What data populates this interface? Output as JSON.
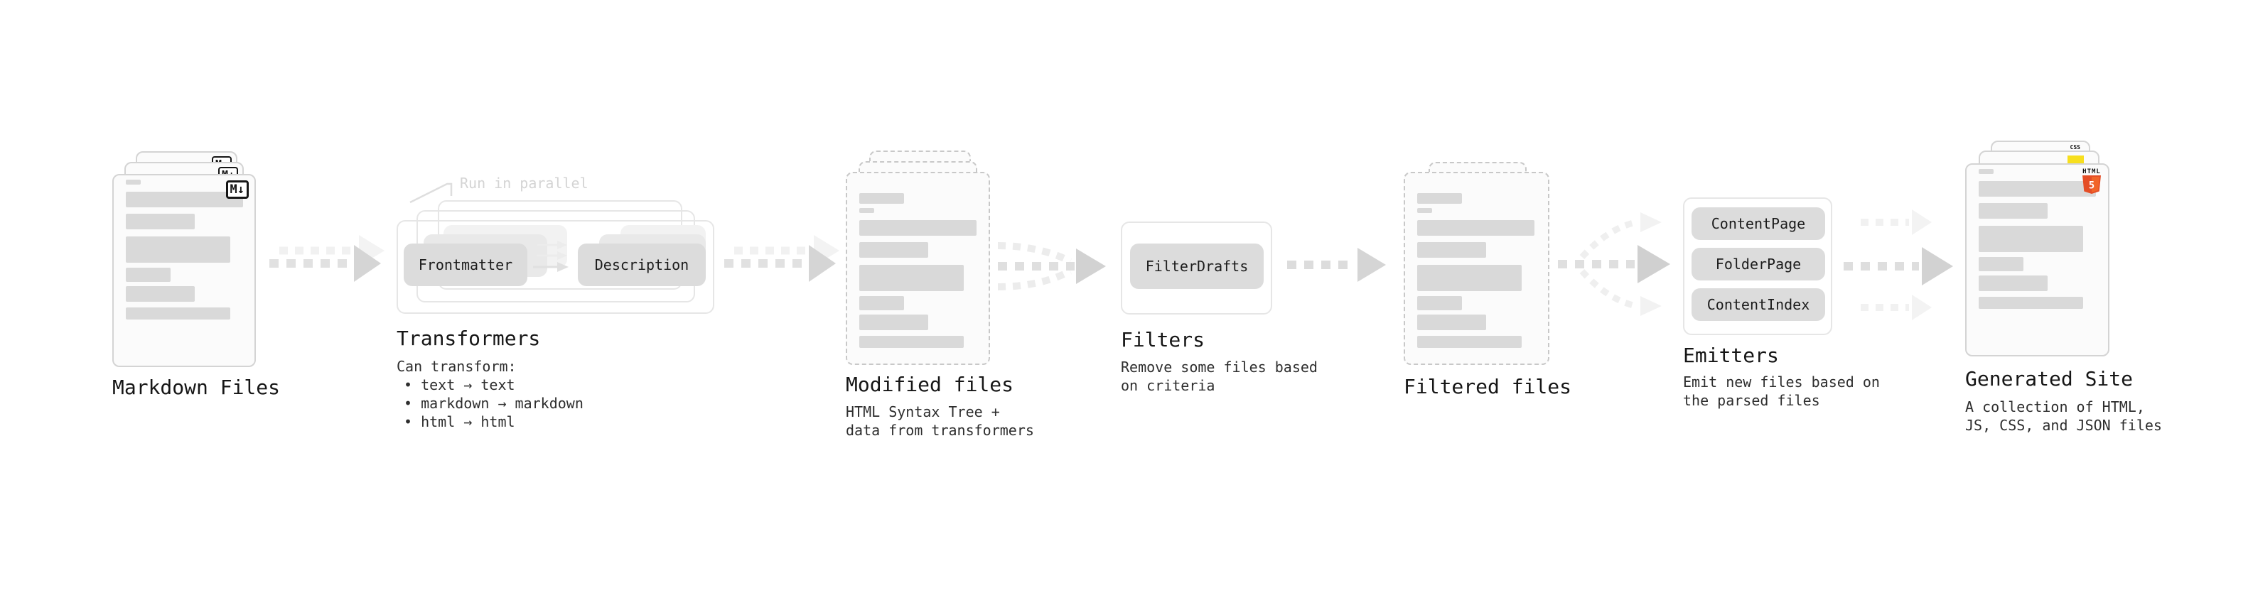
{
  "nodes": {
    "markdown_files": {
      "title": "Markdown Files",
      "badge": "M↓"
    },
    "transformers": {
      "title": "Transformers",
      "annotation": "Run in parallel",
      "box1": "Frontmatter",
      "box2": "Description",
      "body_heading": "Can transform:",
      "bullets": [
        "• text → text",
        "• markdown → markdown",
        "• html → html"
      ]
    },
    "modified_files": {
      "title": "Modified files",
      "body": [
        "HTML Syntax Tree +",
        "data from transformers"
      ]
    },
    "filters": {
      "title": "Filters",
      "box1": "FilterDrafts",
      "body": [
        "Remove some files based",
        "on criteria"
      ]
    },
    "filtered_files": {
      "title": "Filtered files"
    },
    "emitters": {
      "title": "Emitters",
      "box1": "ContentPage",
      "box2": "FolderPage",
      "box3": "ContentIndex",
      "body": [
        "Emit new files based on",
        "the parsed files"
      ]
    },
    "generated_site": {
      "title": "Generated Site",
      "body": [
        "A collection of HTML,",
        "JS, CSS, and JSON files"
      ],
      "css_badge": "CSS",
      "html_logo_text": "HTML",
      "html_logo_number": "5"
    }
  },
  "colors": {
    "arrow_dash": "#e1e1e1",
    "arrow_head": "#d5d5d5",
    "arrow_light": "#f1f1f1",
    "box_fill": "#dcdcdc",
    "doc_line": "#d9d9d9",
    "js_badge_yellow": "#f7df1e",
    "css_badge_blue": "#2862e9",
    "html5_orange": "#e44d26",
    "html5_orange_light": "#f16529"
  }
}
